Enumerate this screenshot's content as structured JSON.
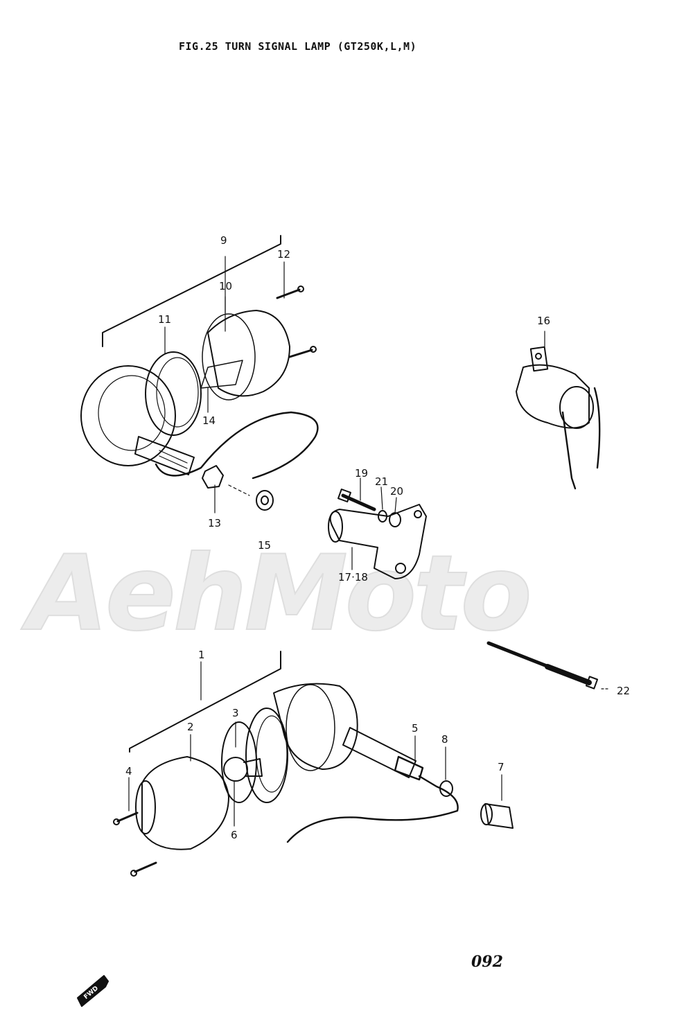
{
  "title": "FIG.25  TURN SIGNAL LAMP (GT250K,L,M)",
  "page_number": "092",
  "watermark": "AehMoto",
  "direction_marker": "FWD",
  "callouts": {
    "c1": "1",
    "c2": "2",
    "c3": "3",
    "c4": "4",
    "c5": "5",
    "c6": "6",
    "c7": "7",
    "c8": "8",
    "c9": "9",
    "c10": "10",
    "c11": "11",
    "c12": "12",
    "c13": "13",
    "c14": "14",
    "c15": "15",
    "c16": "16",
    "c17_18": "17·18",
    "c19": "19",
    "c20": "20",
    "c21": "21",
    "c22": "22"
  }
}
